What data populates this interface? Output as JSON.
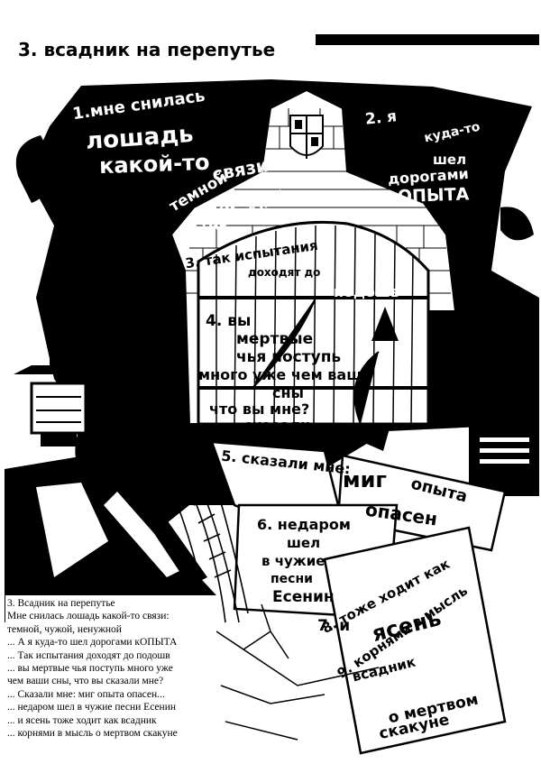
{
  "title": "3. всадник на перепутье",
  "poem_fragments": {
    "f1": "1.мне снилась",
    "f2": "лошадь",
    "f3": "какой-то",
    "f4": "связи",
    "f5": "темной",
    "f6": "чужой",
    "f7": "ненужной",
    "f8": "2. я",
    "f9": "куда-то",
    "f10": "шел",
    "f11": "дорогами",
    "f12": "кОПЫТА",
    "f13": "3. так испытания",
    "f14": "доходят до",
    "f15": "подошв",
    "f16": "4. вы",
    "f17": "мертвые",
    "f18": "чья поступь",
    "f19": "много уже чем ваши",
    "f20": "сны",
    "f21": "что вы мне?",
    "f22": "сказали",
    "f23": "5. сказали мне:",
    "f24": "миг",
    "f25": "опыта",
    "f26": "опасен",
    "f27": "6. недаром",
    "f28": "шел",
    "f29": "в чужие",
    "f30": "песни",
    "f31": "Есенин",
    "f32": "7. и",
    "f33": "ясень",
    "f34": "8. тоже ходит как",
    "f35": "всадник",
    "f36": "9. корнями в мысль",
    "f37": "о мертвом",
    "f38": "скакуне"
  },
  "caption_lines": [
    "3. Всадник на перепутье",
    "Мне снилась лошадь какой-то связи:",
    "темной, чужой, ненужной",
    "... А я куда-то шел дорогами кОПЫТА",
    "... Так испытания доходят до подошв",
    "... вы мертвые чья поступь много уже",
    "чем ваши сны, что вы сказали мне?",
    "... Сказали мне: миг опыта опасен...",
    "... недаром шел в чужие песни Есенин",
    "... и ясень тоже ходит как всадник",
    "... корнями в мысль о мертвом скакуне"
  ]
}
